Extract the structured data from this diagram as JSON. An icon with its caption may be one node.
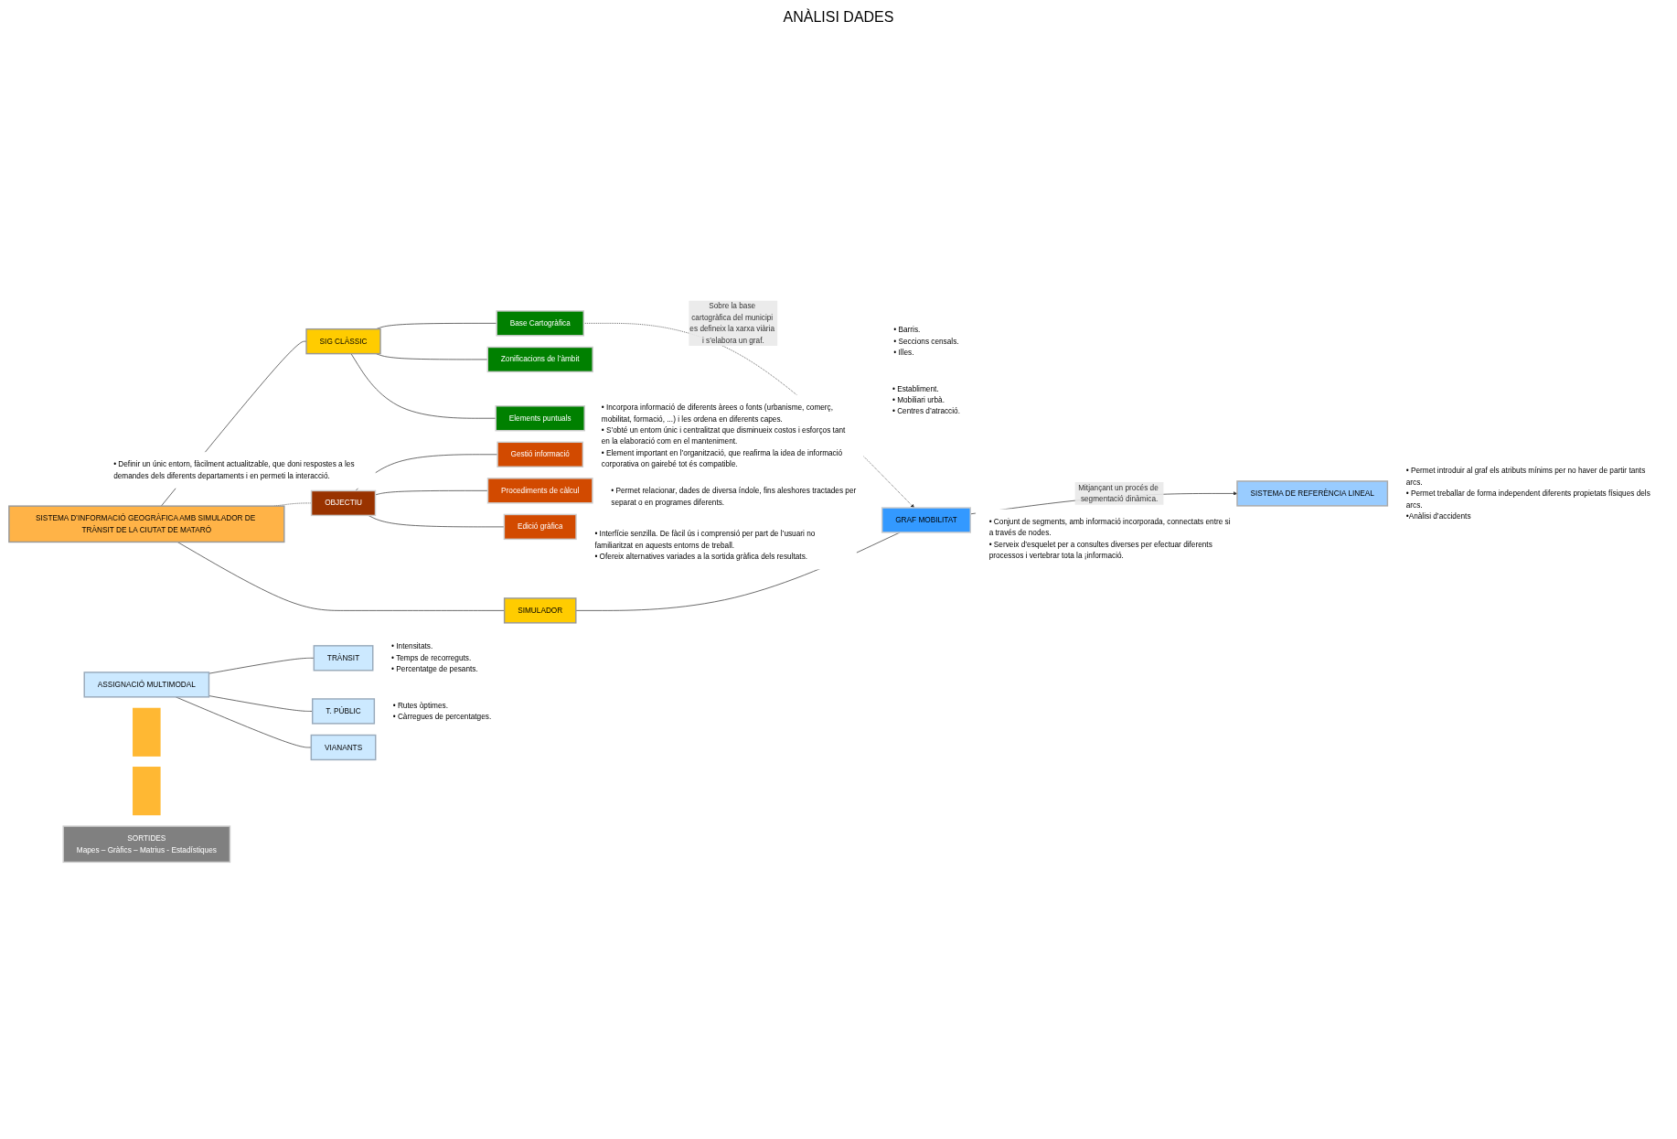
{
  "diagram": {
    "nodes": [
      {
        "text": [
          "SISTEMA D’INFORMACIÓ GEOGRÀFICA AMB SIMULADOR DE TRÀNSIT DE LA CIUTAT DE MATARÓ"
        ]
      },
      {
        "text": [
          "SIG CLÀSSIC"
        ]
      },
      {
        "text": [
          "SIMULADOR"
        ]
      },
      {
        "text": [
          "OBJECTIU"
        ],
        "beside": [
          "• Definir un únic entorn, fàcilment actualitzable, que doni respostes a les demandes dels diferents departaments i en permeti la interacció."
        ]
      },
      {
        "text": [
          "Gestió informació"
        ],
        "beside": [
          "• Incorpora informació de diferents àrees o fonts (urbanisme, comerç, mobilitat, formació, ...) i les ordena en diferents capes.",
          "• S’obté un entorn únic i centralitzat que disminueix costos i esforços tant en la elaboració com en el manteniment.",
          "• Element important en l’organització, que reafirma la idea de informació corporativa on gairebé tot és compatible."
        ]
      },
      {
        "text": [
          "Procediments de càlcul"
        ],
        "beside": [
          "• Permet relacionar, dades de diversa índole, fins aleshores tractades per separat o en programes diferents."
        ]
      },
      {
        "text": [
          "Edició gràfica"
        ],
        "beside": [
          "• Interfície senzilla. De fàcil ús i comprensió per part de l’usuari no familiaritzat en aquests entorns de treball.",
          "• Ofereix alternatives variades a la sortida gràfica dels resultats."
        ]
      },
      {
        "text": [
          "Base Cartogràfica"
        ]
      },
      {
        "text": [
          "Zonificacions de l’àmbit"
        ],
        "beside": [
          "• Barris.",
          "• Seccions censals.",
          "• Illes."
        ]
      },
      {
        "text": [
          "Elements puntuals"
        ],
        "beside": [
          "• Establiment.",
          "• Mobiliari urbà.",
          "• Centres d’atracció."
        ]
      },
      {
        "text": [
          "GRAF MOBILITAT"
        ],
        "beside": [
          "• Conjunt de segments, amb informació incorporada, connectats entre si a través de nodes.",
          "• Serveix d’esquelet per a consultes diverses per efectuar diferents processos i vertebrar tota la ¡informació."
        ]
      },
      {
        "text": [
          "SISTEMA DE REFERÈNCIA LINEAL"
        ],
        "beside": [
          "• Permet introduir al graf els atributs mínims per no haver de partir tants arcs.",
          "• Permet treballar de forma independent diferents propietats físiques dels arcs.",
          "•Anàlisi d’accidents"
        ]
      },
      {
        "text": [
          "ASSIGNACIÓ MULTIMODAL"
        ]
      },
      {
        "text": [
          "TRÀNSIT"
        ],
        "beside": [
          "• Intensitats.",
          "• Temps de recorreguts.",
          "• Percentatge de pesants."
        ]
      },
      {
        "text": [
          "T. PÚBLIC"
        ],
        "beside": [
          "• Rutes òptimes.",
          "• Càrregues de percentatges."
        ]
      },
      {
        "text": [
          "VIANANTS"
        ]
      },
      {
        "text": [],
        "shape": "bar"
      },
      {
        "text": [],
        "shape": "bar"
      },
      {
        "text": [
          "SORTIDES",
          "Mapes – Gràfics – Matrius - Estadístiques"
        ]
      }
    ],
    "edges": [
      {
        "from": 0,
        "to": 1,
        "arrow": "none"
      },
      {
        "from": 0,
        "to": 3,
        "arrow": "none",
        "style": "dashed"
      },
      {
        "from": 0,
        "to": 2,
        "arrow": "none"
      },
      {
        "from": 3,
        "to": 4,
        "arrow": "none"
      },
      {
        "from": 3,
        "to": 5,
        "arrow": "none"
      },
      {
        "from": 3,
        "to": 6,
        "arrow": "none"
      },
      {
        "from": 1,
        "to": 7,
        "arrow": "none"
      },
      {
        "from": 1,
        "to": 8,
        "arrow": "none"
      },
      {
        "from": 1,
        "to": 9,
        "arrow": "none"
      },
      {
        "from": 7,
        "to": 10,
        "arrow": "to",
        "style": "dashed",
        "label": "Sobre la base cartogràfica del municipi es defineix la xarxa viària i s’elabora un graf."
      },
      {
        "from": 2,
        "to": 10,
        "arrow": "none"
      },
      {
        "from": 10,
        "to": 11,
        "arrow": "to",
        "label": "Mitjançant un procés de segmentació dinàmica."
      },
      {
        "from": 12,
        "to": 13,
        "arrow": "none"
      },
      {
        "from": 12,
        "to": 14,
        "arrow": "none"
      },
      {
        "from": 12,
        "to": 15,
        "arrow": "none"
      }
    ],
    "labels": [
      "ANÀLISI DADES"
    ]
  }
}
